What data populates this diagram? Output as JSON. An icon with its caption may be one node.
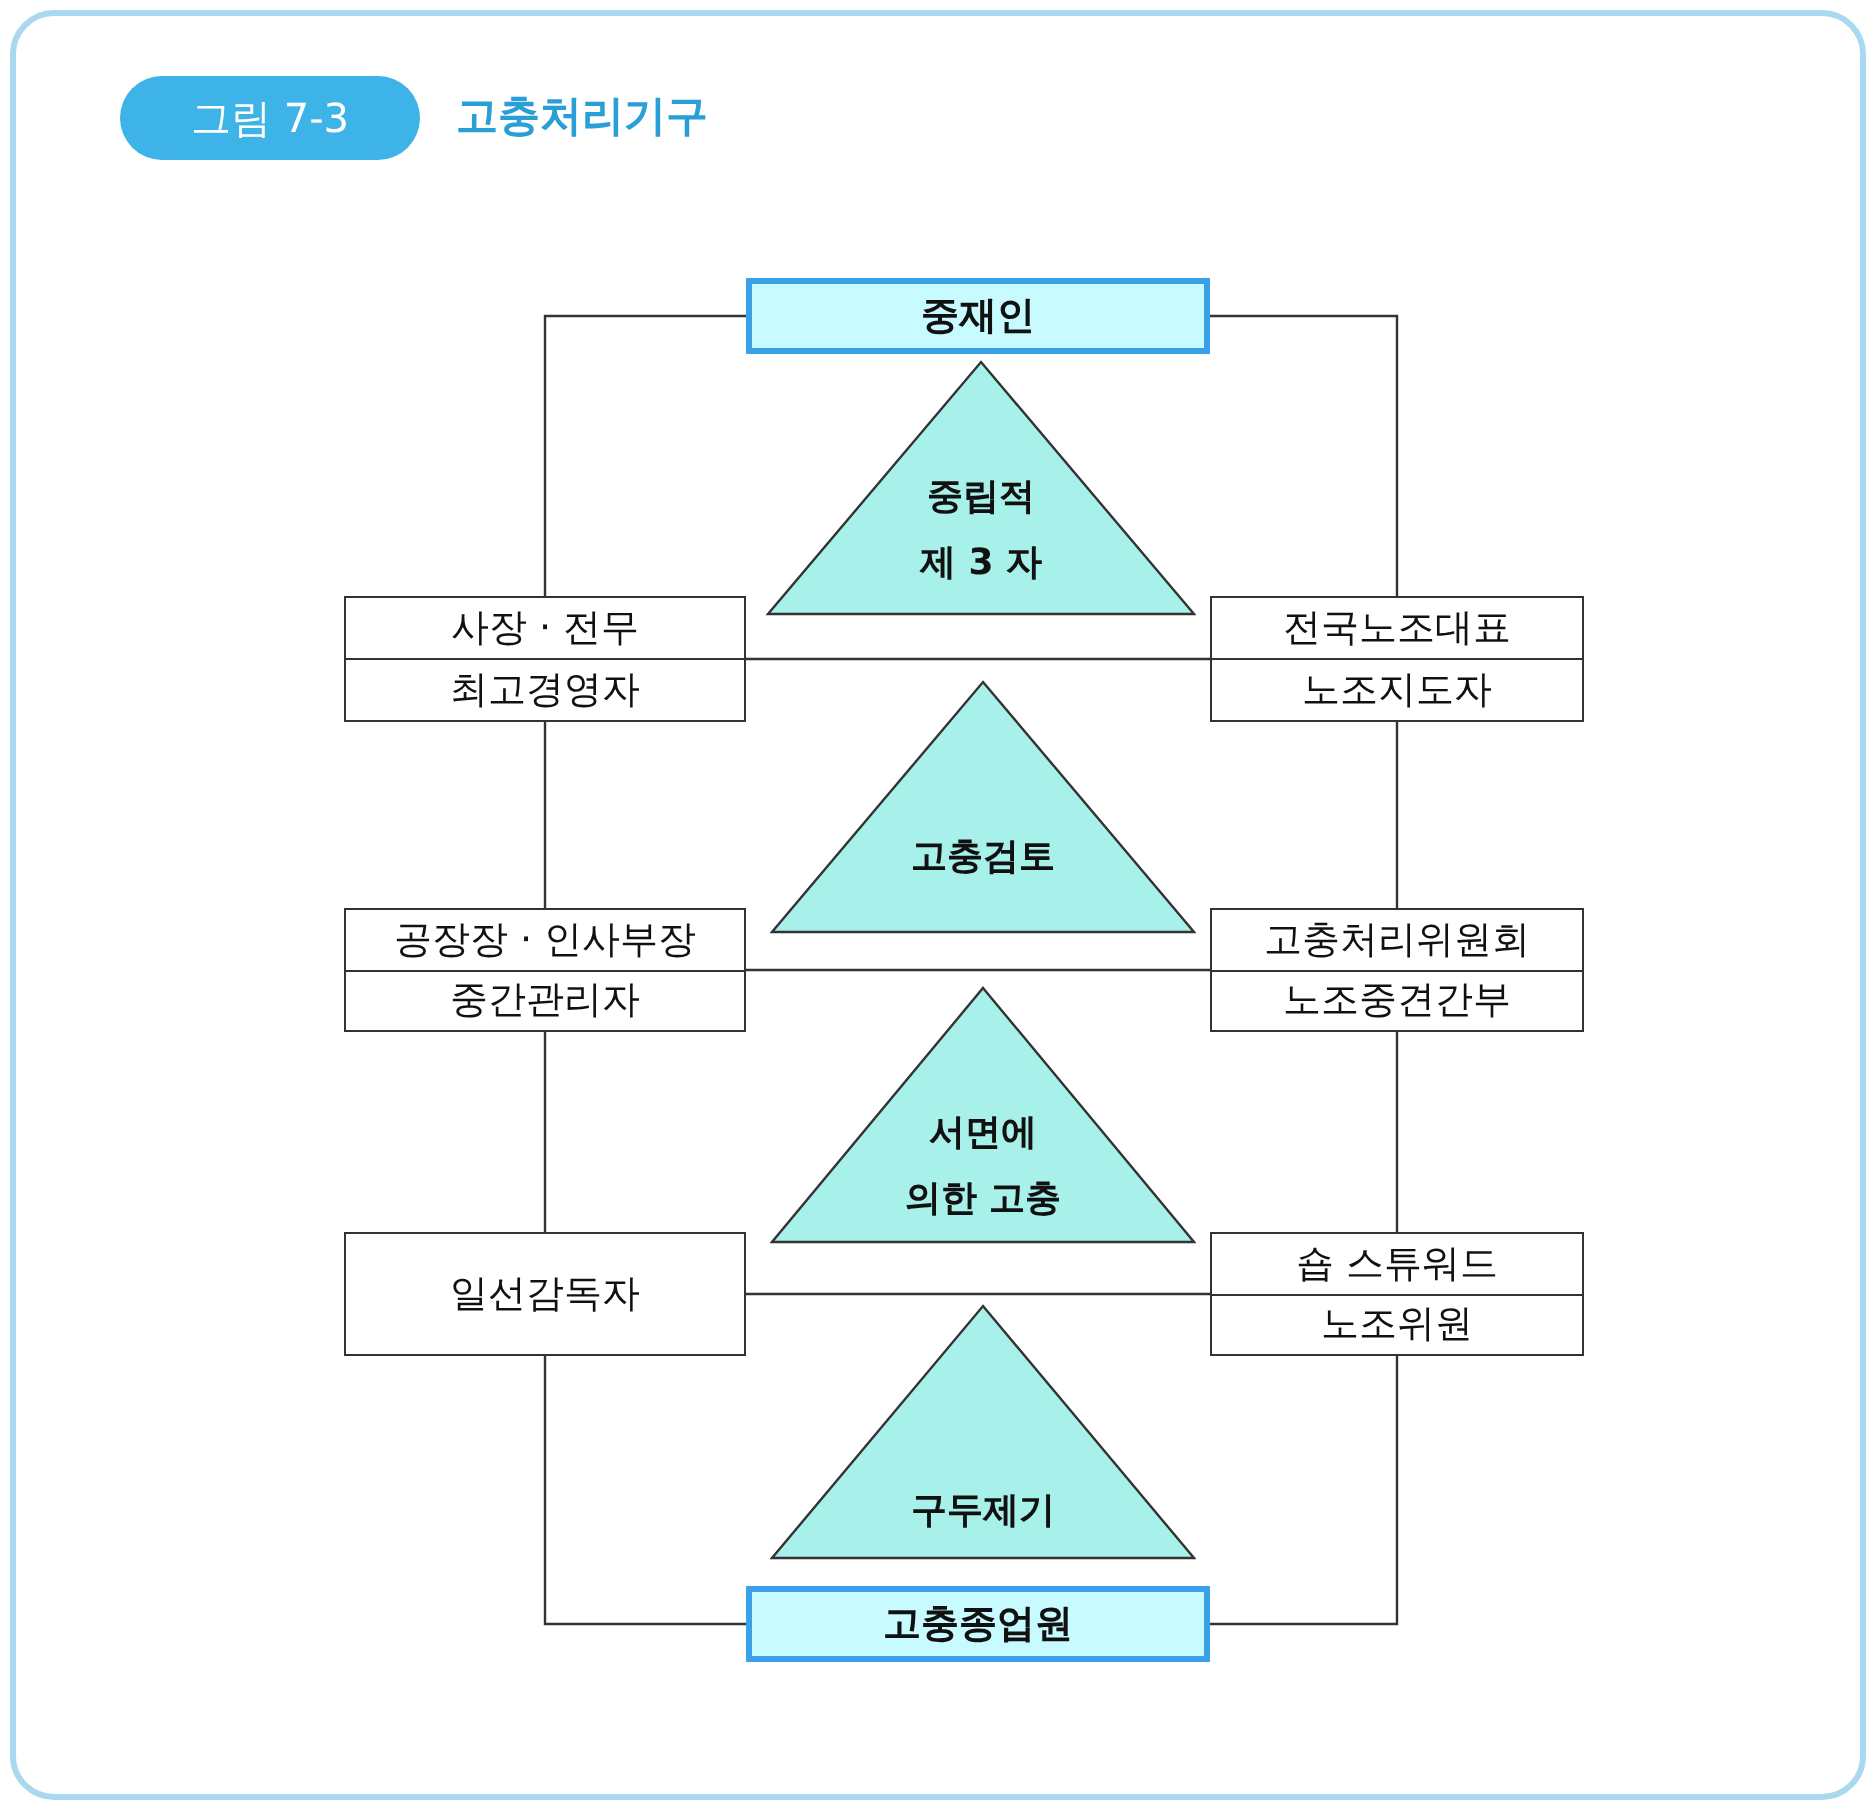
{
  "diagram": {
    "title": "고충처리기구",
    "nodes": [
      {
        "text": [
          "중재인"
        ]
      },
      {
        "text": [
          "중립적 제 3 자"
        ]
      },
      {
        "text": [
          "사장 · 전무",
          "최고경영자"
        ]
      },
      {
        "text": [
          "전국노조대표",
          "노조지도자"
        ]
      },
      {
        "text": [
          "고충검토"
        ]
      },
      {
        "text": [
          "공장장 · 인사부장",
          "중간관리자"
        ]
      },
      {
        "text": [
          "고충처리위원회",
          "노조중견간부"
        ]
      },
      {
        "text": [
          "서면에 의한 고충"
        ]
      },
      {
        "text": [
          "일선감독자"
        ]
      },
      {
        "text": [
          "숍 스튜워드",
          "노조위원"
        ]
      },
      {
        "text": [
          "구두제기"
        ]
      },
      {
        "text": [
          "고충종업원"
        ]
      }
    ],
    "edges": [
      {
        "from": 0,
        "to": 2,
        "arrow": "none"
      },
      {
        "from": 0,
        "to": 3,
        "arrow": "none"
      },
      {
        "from": 2,
        "to": 3,
        "arrow": "none"
      },
      {
        "from": 2,
        "to": 5,
        "arrow": "none"
      },
      {
        "from": 3,
        "to": 6,
        "arrow": "none"
      },
      {
        "from": 5,
        "to": 6,
        "arrow": "none"
      },
      {
        "from": 5,
        "to": 8,
        "arrow": "none"
      },
      {
        "from": 6,
        "to": 9,
        "arrow": "none"
      },
      {
        "from": 8,
        "to": 9,
        "arrow": "none"
      },
      {
        "from": 8,
        "to": 11,
        "arrow": "none"
      },
      {
        "from": 9,
        "to": 11,
        "arrow": "none"
      }
    ],
    "labels": [
      "그림 7-3"
    ]
  }
}
